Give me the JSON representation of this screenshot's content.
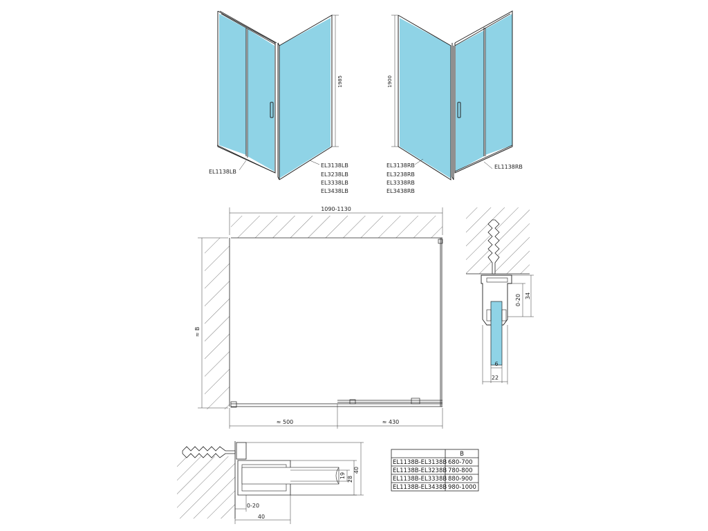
{
  "views": {
    "left_model_label": "EL1138LB",
    "left_side_labels": [
      "EL3138LB",
      "EL3238LB",
      "EL3338LB",
      "EL3438LB"
    ],
    "right_side_labels": [
      "EL3138RB",
      "EL3238RB",
      "EL3338RB",
      "EL3438RB"
    ],
    "right_model_label": "EL1138RB",
    "height_left": "1985",
    "height_right": "1900"
  },
  "plan": {
    "width_dim": "1090-1130",
    "side_dim": "≈ B",
    "bottom_dim_1": "≈ 500",
    "bottom_dim_2": "≈ 430"
  },
  "detail_right": {
    "dim_0_20": "0-20",
    "dim_34": "34",
    "dim_6": "6",
    "dim_22": "22"
  },
  "detail_bottom": {
    "dim_0_20": "0-20",
    "dim_40_w": "40",
    "dim_19": "19",
    "dim_28": "28",
    "dim_40_h": "40"
  },
  "table": {
    "header_b": "B",
    "rows": [
      {
        "model": "EL1138B-EL3138B",
        "b": "680-700"
      },
      {
        "model": "EL1138B-EL3238B",
        "b": "780-800"
      },
      {
        "model": "EL1138B-EL3338B",
        "b": "880-900"
      },
      {
        "model": "EL1138B-EL3438B",
        "b": "980-1000"
      }
    ]
  },
  "colors": {
    "glass": "#8fd3e6",
    "line": "#222222"
  }
}
